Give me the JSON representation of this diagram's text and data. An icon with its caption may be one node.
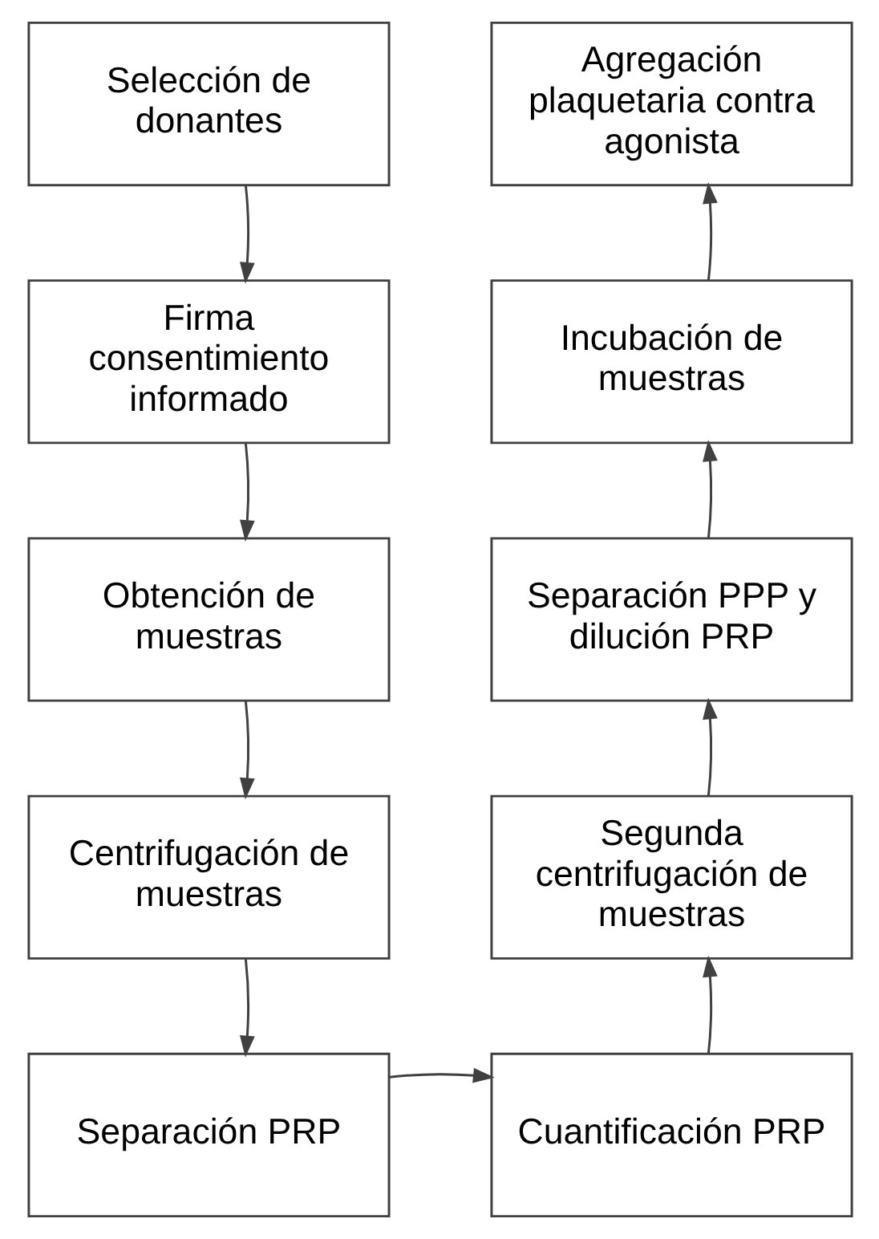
{
  "diagram": {
    "nodes": [
      {
        "text": [
          "Selección de donantes"
        ]
      },
      {
        "text": [
          "Firma consentimiento informado"
        ]
      },
      {
        "text": [
          "Obtención de muestras"
        ]
      },
      {
        "text": [
          "Centrifugación de muestras"
        ]
      },
      {
        "text": [
          "Separación PRP"
        ]
      },
      {
        "text": [
          "Agregación plaquetaria contra agonista"
        ]
      },
      {
        "text": [
          "Incubación de muestras"
        ]
      },
      {
        "text": [
          "Separación PPP y dilución PRP"
        ]
      },
      {
        "text": [
          "Segunda centrifugación de muestras"
        ]
      },
      {
        "text": [
          "Cuantificación PRP"
        ]
      }
    ],
    "edges": [
      {
        "from": 0,
        "to": 1,
        "arrow": "to"
      },
      {
        "from": 1,
        "to": 2,
        "arrow": "to"
      },
      {
        "from": 2,
        "to": 3,
        "arrow": "to"
      },
      {
        "from": 3,
        "to": 4,
        "arrow": "to"
      },
      {
        "from": 4,
        "to": 9,
        "arrow": "to"
      },
      {
        "from": 9,
        "to": 8,
        "arrow": "to"
      },
      {
        "from": 8,
        "to": 7,
        "arrow": "to"
      },
      {
        "from": 7,
        "to": 6,
        "arrow": "to"
      },
      {
        "from": 6,
        "to": 5,
        "arrow": "to"
      }
    ]
  }
}
